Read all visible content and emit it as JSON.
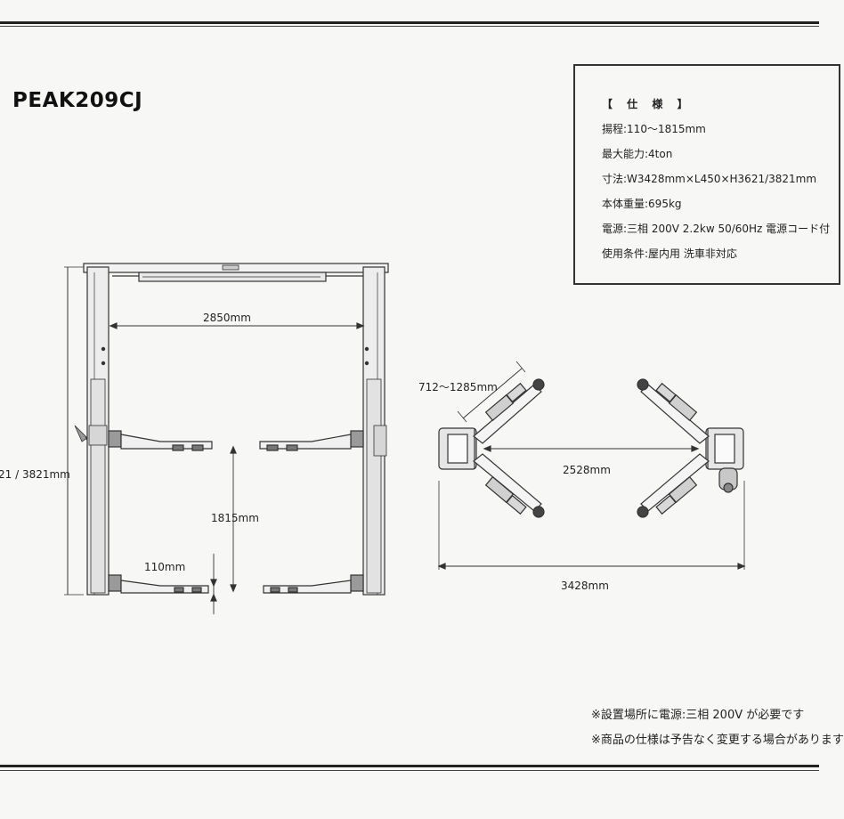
{
  "title": "PEAK209CJ",
  "spec": {
    "heading": "【 仕 様 】",
    "lines": [
      "揚程:110〜1815mm",
      "最大能力:4ton",
      "寸法:W3428mm×L450×H3621/3821mm",
      "本体重量:695kg",
      "電源:三相 200V 2.2kw 50/60Hz 電源コード付",
      "使用条件:屋内用 洗車非対応"
    ]
  },
  "dimensions": {
    "inner_width": "2850mm",
    "height": "21 / 3821mm",
    "lift_height": "1815mm",
    "min_height": "110mm",
    "arm_reach": "712〜1285mm",
    "arm_span": "2528mm",
    "total_width": "3428mm"
  },
  "notes": [
    "※設置場所に電源:三相 200V が必要です",
    "※商品の仕様は予告なく変更する場合があります"
  ]
}
